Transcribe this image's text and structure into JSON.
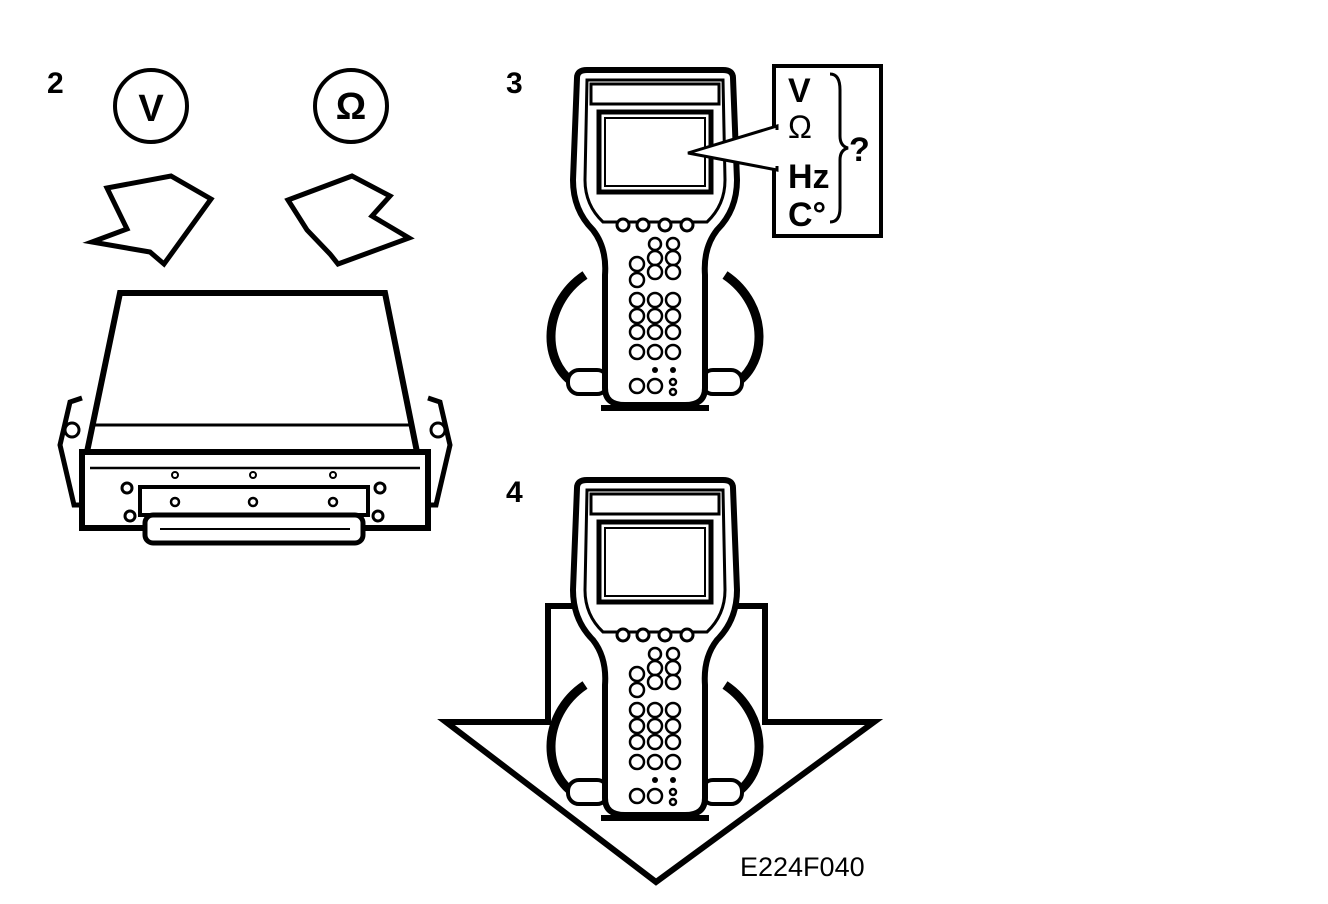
{
  "steps": {
    "step2": {
      "number": "2",
      "left_symbol": "V",
      "right_symbol": "Ω"
    },
    "step3": {
      "number": "3",
      "measure_options": [
        "V",
        "Ω",
        "Hz",
        "C°"
      ],
      "question_mark": "?"
    },
    "step4": {
      "number": "4"
    }
  },
  "figure_code": "E224F040",
  "colors": {
    "ink": "#000000",
    "paper": "#ffffff"
  }
}
